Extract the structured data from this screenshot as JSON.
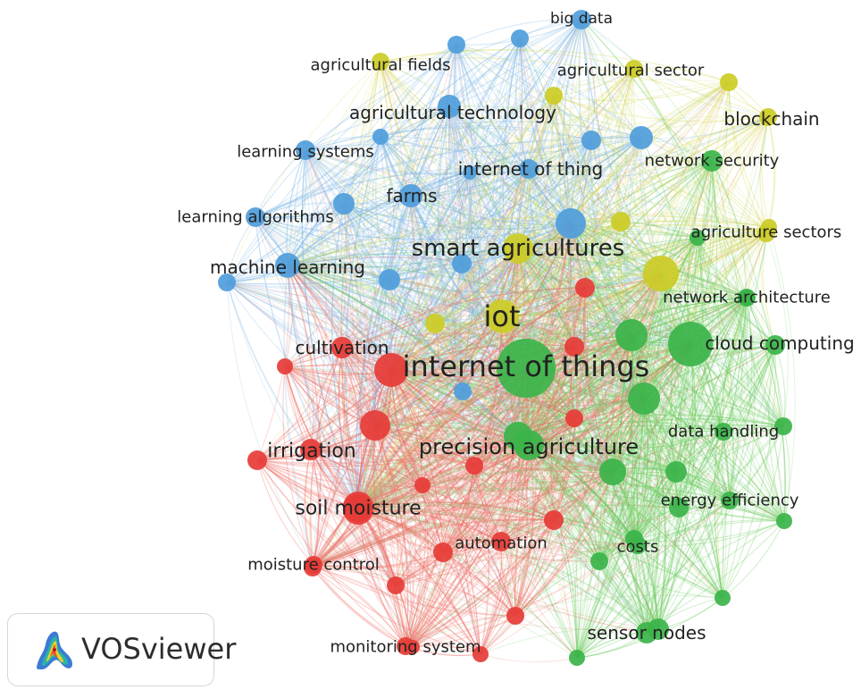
{
  "app": {
    "name": "VOSviewer"
  },
  "colors": {
    "blue": "#4f9ddb",
    "yellow": "#cccc26",
    "red": "#e63c37",
    "green": "#3bb44a",
    "edge_blue": "#7fb8e6",
    "edge_yellow": "#d6d64f",
    "edge_red": "#ee6e63",
    "edge_green": "#6fcc63"
  },
  "clusters": [
    "red",
    "green",
    "blue",
    "yellow"
  ],
  "nodes": [
    {
      "label": "big data",
      "cluster": "blue",
      "weight": 0.3
    },
    {
      "label": "agricultural fields",
      "cluster": "yellow",
      "weight": 0.25
    },
    {
      "label": "agricultural sector",
      "cluster": "yellow",
      "weight": 0.25
    },
    {
      "label": "blockchain",
      "cluster": "yellow",
      "weight": 0.3
    },
    {
      "label": "agricultural technology",
      "cluster": "blue",
      "weight": 0.35
    },
    {
      "label": "learning systems",
      "cluster": "blue",
      "weight": 0.25
    },
    {
      "label": "internet of thing",
      "cluster": "blue",
      "weight": 0.35
    },
    {
      "label": "network security",
      "cluster": "green",
      "weight": 0.28
    },
    {
      "label": "farms",
      "cluster": "blue",
      "weight": 0.4
    },
    {
      "label": "learning algorithms",
      "cluster": "blue",
      "weight": 0.25
    },
    {
      "label": "smart agricultures",
      "cluster": "yellow",
      "weight": 0.55
    },
    {
      "label": "agriculture sectors",
      "cluster": "yellow",
      "weight": 0.25
    },
    {
      "label": "machine learning",
      "cluster": "blue",
      "weight": 0.45
    },
    {
      "label": "network architecture",
      "cluster": "green",
      "weight": 0.25
    },
    {
      "label": "iot",
      "cluster": "yellow",
      "weight": 0.7
    },
    {
      "label": "cultivation",
      "cluster": "red",
      "weight": 0.35
    },
    {
      "label": "internet of things",
      "cluster": "green",
      "weight": 1.0
    },
    {
      "label": "cloud computing",
      "cluster": "green",
      "weight": 0.45
    },
    {
      "label": "data handling",
      "cluster": "green",
      "weight": 0.25
    },
    {
      "label": "irrigation",
      "cluster": "red",
      "weight": 0.4
    },
    {
      "label": "precision agriculture",
      "cluster": "green",
      "weight": 0.6
    },
    {
      "label": "soil moisture",
      "cluster": "red",
      "weight": 0.5
    },
    {
      "label": "energy efficiency",
      "cluster": "green",
      "weight": 0.25
    },
    {
      "label": "automation",
      "cluster": "red",
      "weight": 0.35
    },
    {
      "label": "costs",
      "cluster": "green",
      "weight": 0.22
    },
    {
      "label": "moisture control",
      "cluster": "red",
      "weight": 0.3
    },
    {
      "label": "sensor nodes",
      "cluster": "green",
      "weight": 0.35
    },
    {
      "label": "monitoring system",
      "cluster": "red",
      "weight": 0.25
    }
  ]
}
